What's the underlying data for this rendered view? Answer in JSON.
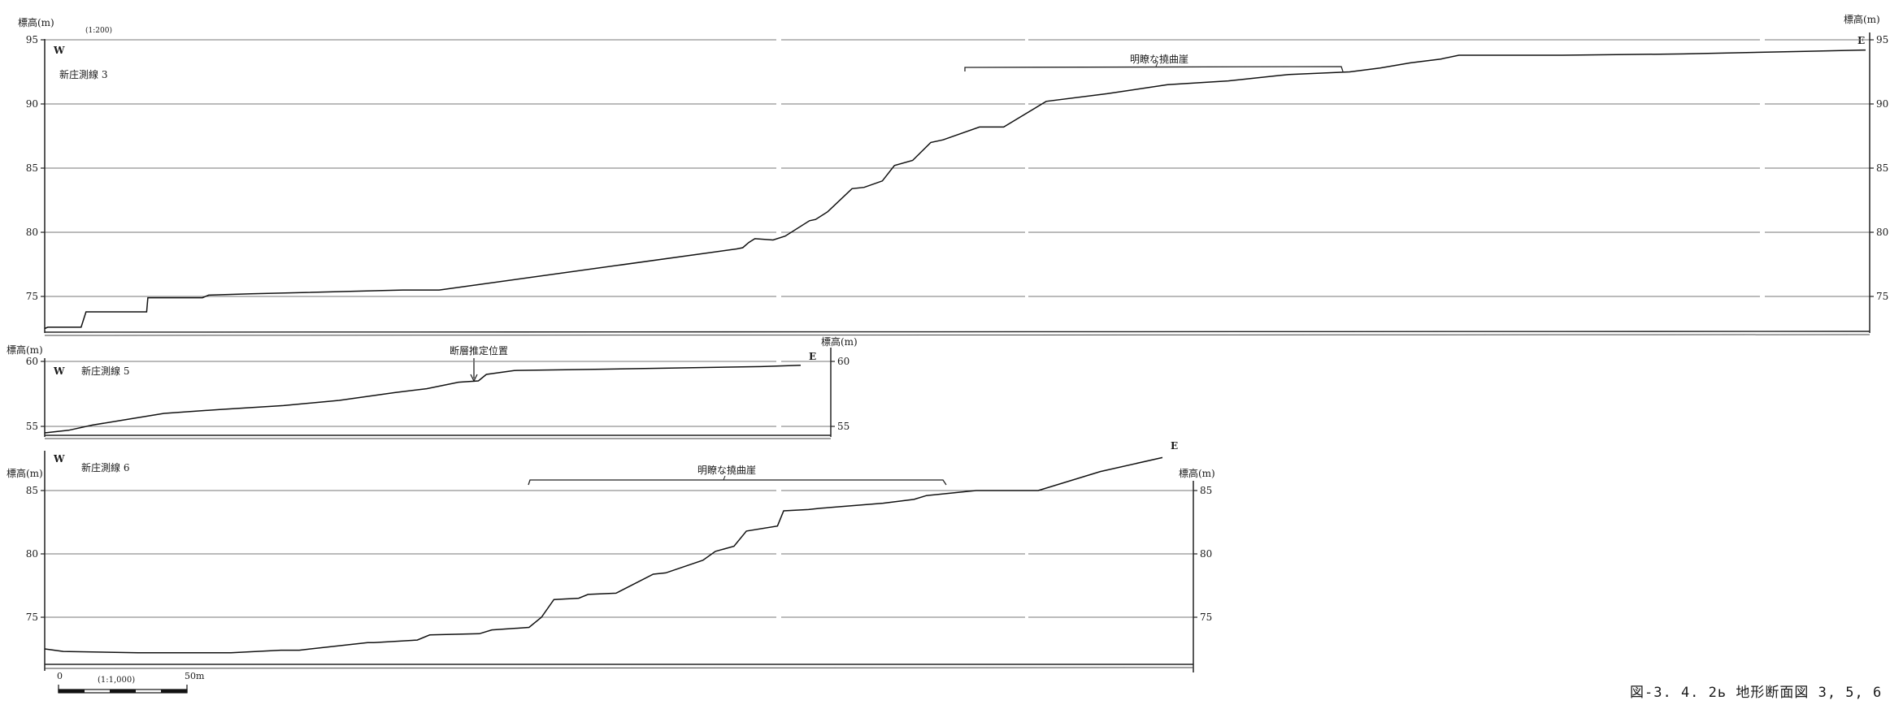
{
  "panels": [
    {
      "id": "p3",
      "line_label": "新庄測線 3",
      "scale_note": "(1:200)",
      "ylabel_left": "標高(m)",
      "ylabel_right": "標高(m)",
      "dir_left": "W",
      "dir_right": "E",
      "yticks": [
        75,
        80,
        85,
        90,
        95
      ],
      "annotation": "明瞭な撓曲崖",
      "profile_x": [
        0,
        5,
        60,
        68,
        168,
        170,
        260,
        270,
        340,
        590,
        650,
        1140,
        1150,
        1160,
        1170,
        1200,
        1220,
        1260,
        1270,
        1290,
        1330,
        1350,
        1380,
        1400,
        1430,
        1460,
        1480,
        1540,
        1580,
        1650,
        1750,
        1850,
        1950,
        2030,
        2050,
        2150,
        2200,
        2250,
        2300,
        2330,
        2350,
        2500,
        2700,
        2900,
        3000
      ],
      "profile_y": [
        72.5,
        72.6,
        72.6,
        73.8,
        73.8,
        74.9,
        74.9,
        75.1,
        75.2,
        75.5,
        75.5,
        78.7,
        78.8,
        79.2,
        79.5,
        79.4,
        79.7,
        80.9,
        81.0,
        81.6,
        83.4,
        83.5,
        84.0,
        85.2,
        85.6,
        87.0,
        87.2,
        88.2,
        88.2,
        90.2,
        90.8,
        91.5,
        91.8,
        92.2,
        92.3,
        92.5,
        92.8,
        93.2,
        93.5,
        93.8,
        93.8,
        93.8,
        93.9,
        94.1,
        94.2
      ]
    },
    {
      "id": "p5",
      "line_label": "新庄測線 5",
      "ylabel_left": "標高(m)",
      "ylabel_right": "標高(m)",
      "dir_left": "W",
      "dir_right": "E",
      "yticks": [
        55,
        60
      ],
      "annotation": "断層推定位置",
      "profile_x": [
        0,
        30,
        60,
        110,
        150,
        220,
        300,
        370,
        440,
        480,
        520,
        545,
        555,
        590,
        700,
        800,
        900,
        950
      ],
      "profile_y": [
        54.5,
        54.7,
        55.1,
        55.6,
        56.0,
        56.3,
        56.6,
        57.0,
        57.6,
        57.9,
        58.4,
        58.5,
        59.0,
        59.3,
        59.4,
        59.5,
        59.6,
        59.7
      ]
    },
    {
      "id": "p6",
      "line_label": "新庄測線 6",
      "ylabel_left": "標高(m)",
      "ylabel_right": "標高(m)",
      "dir_left": "W",
      "dir_right": "E",
      "yticks": [
        75,
        80,
        85
      ],
      "annotation": "明瞭な撓曲崖",
      "profile_x": [
        0,
        30,
        150,
        300,
        380,
        410,
        520,
        530,
        600,
        620,
        700,
        720,
        780,
        800,
        820,
        860,
        875,
        920,
        980,
        1000,
        1060,
        1080,
        1110,
        1130,
        1180,
        1190,
        1230,
        1250,
        1350,
        1400,
        1420,
        1460,
        1500,
        1600,
        1700,
        1800
      ],
      "profile_y": [
        72.5,
        72.3,
        72.2,
        72.2,
        72.4,
        72.4,
        73.0,
        73.0,
        73.2,
        73.6,
        73.7,
        74.0,
        74.2,
        75.0,
        76.4,
        76.5,
        76.8,
        76.9,
        78.4,
        78.5,
        79.5,
        80.2,
        80.6,
        81.8,
        82.2,
        83.4,
        83.5,
        83.6,
        84.0,
        84.3,
        84.6,
        84.8,
        85.0,
        85.0,
        86.5,
        87.6
      ]
    }
  ],
  "scale_bar": {
    "label_zero": "0",
    "label_end": "50m",
    "ratio": "(1:1,000)"
  },
  "caption": "図-3. 4. 2ь 地形断面図 3, 5, 6"
}
